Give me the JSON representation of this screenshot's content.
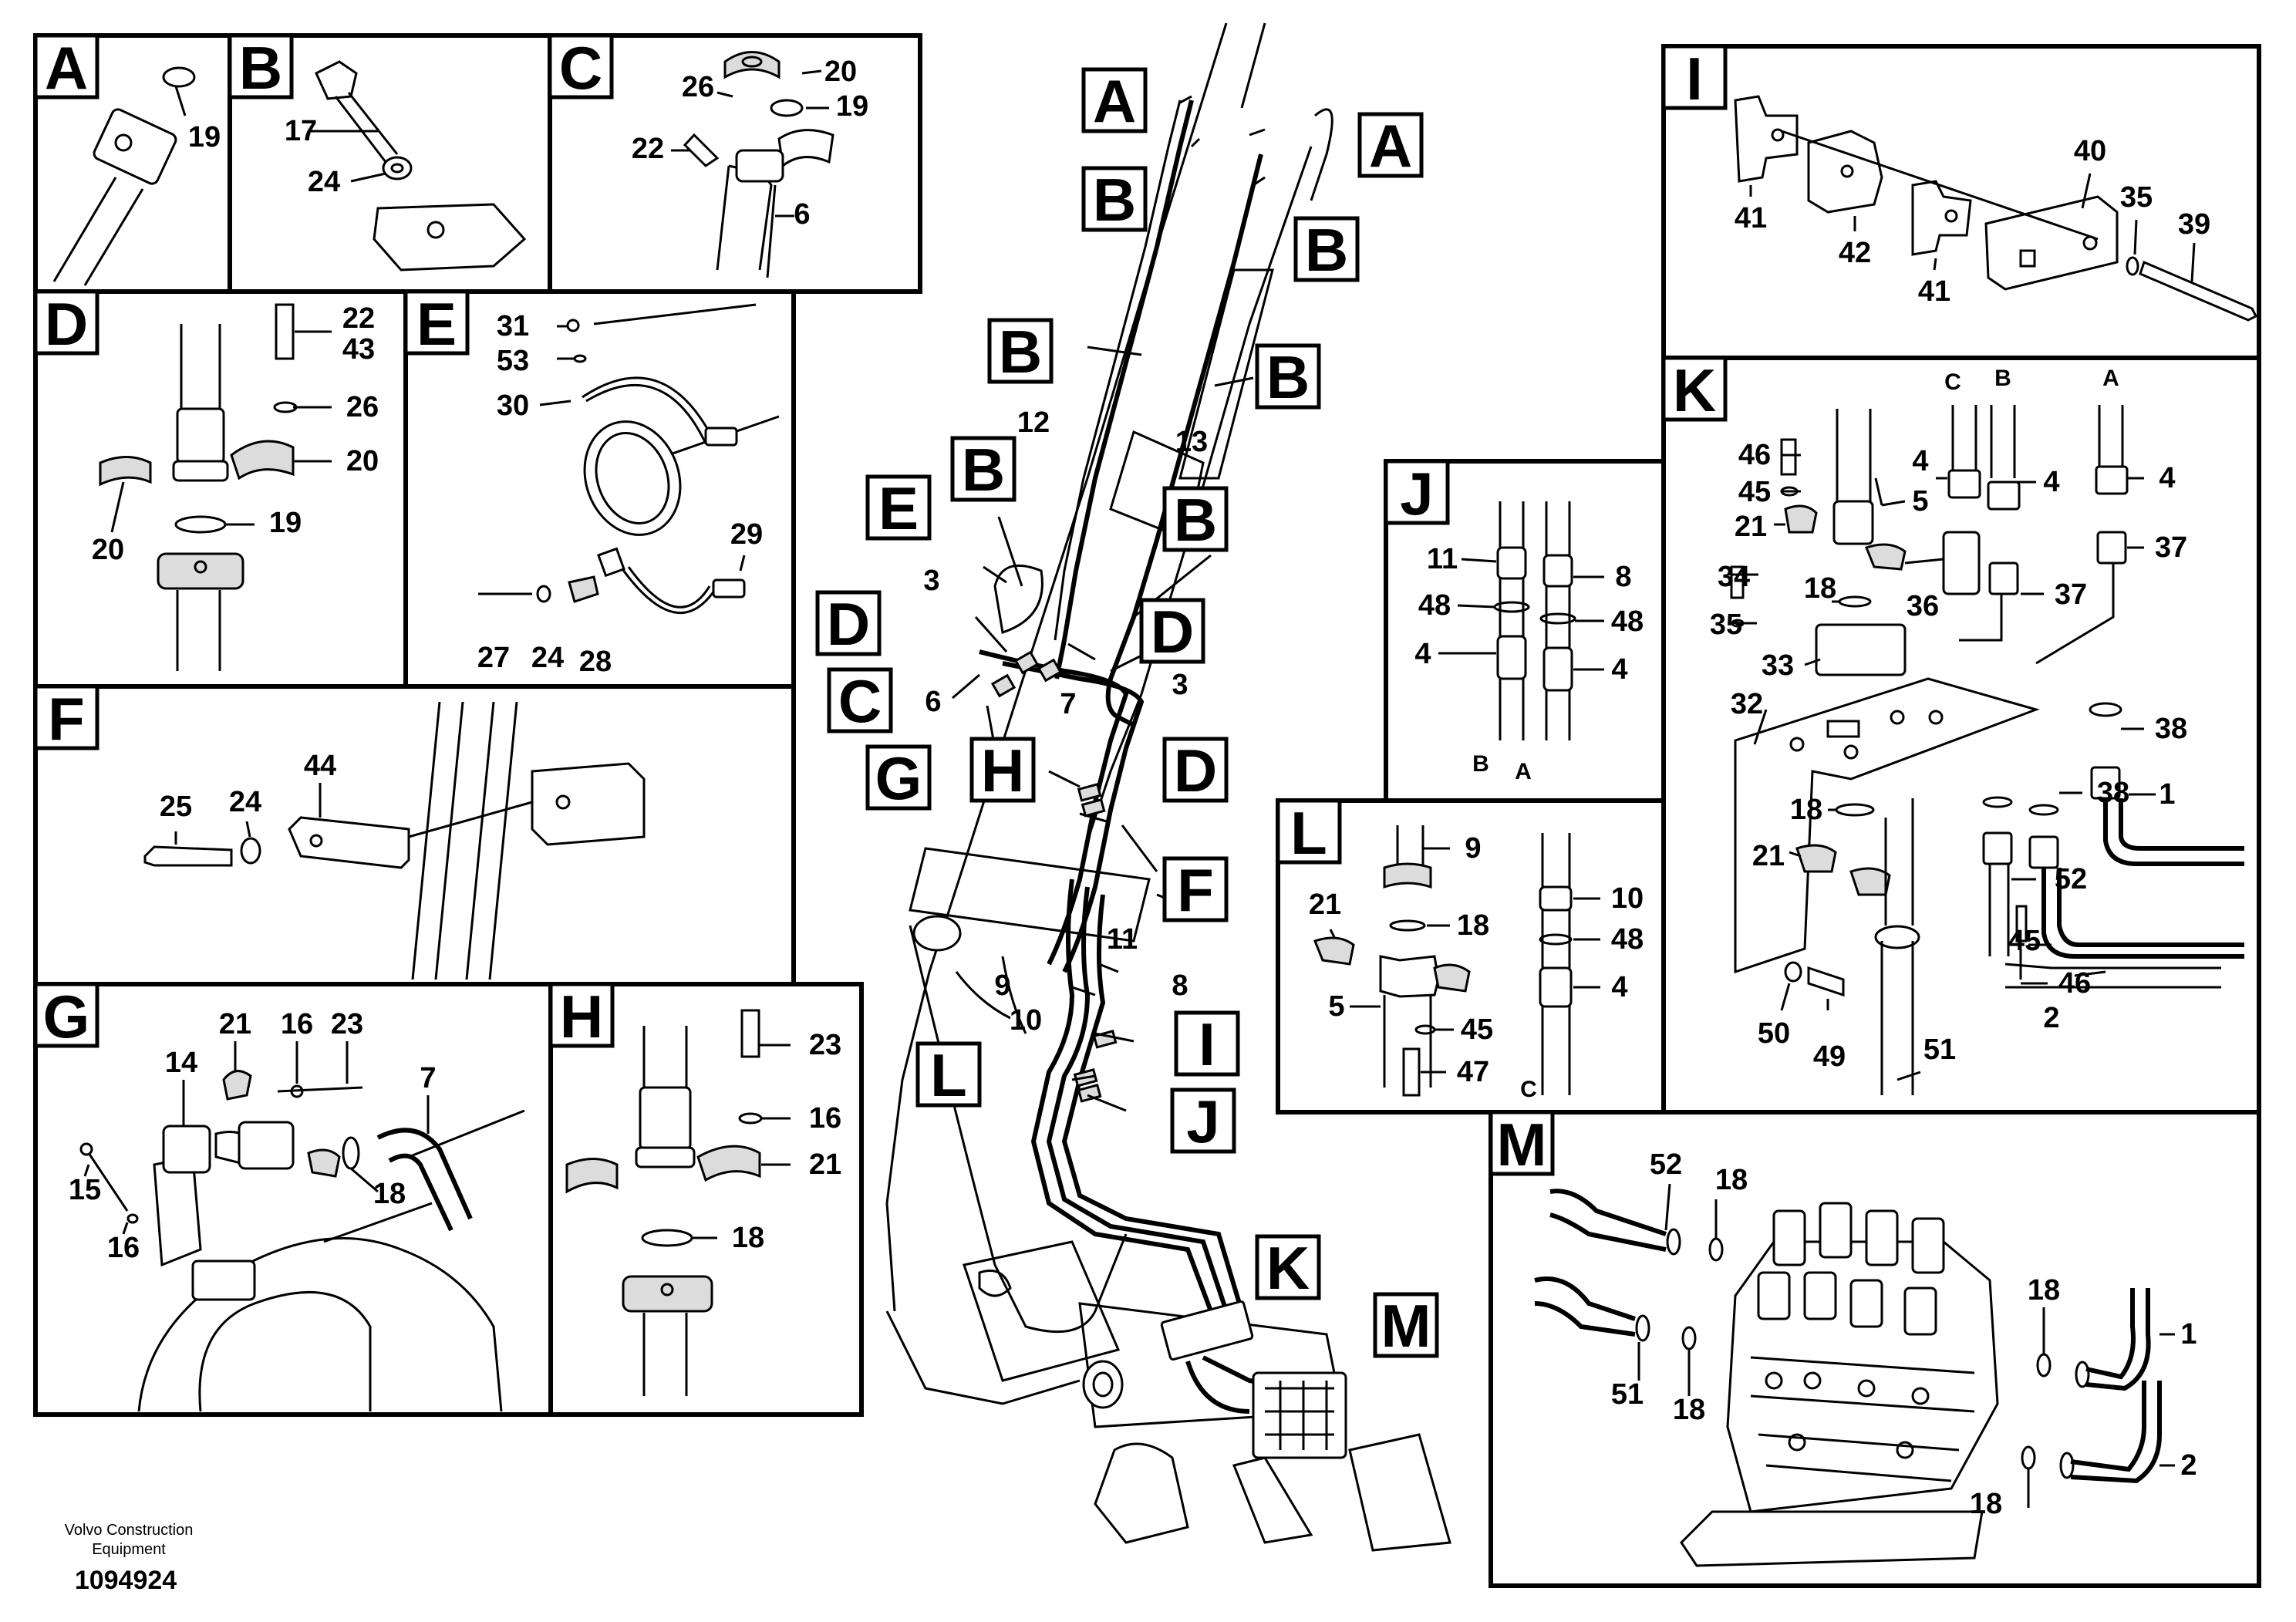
{
  "panels": {
    "A": {
      "letter": "A",
      "parts": [
        "19"
      ]
    },
    "B": {
      "letter": "B",
      "parts": [
        "17",
        "24"
      ]
    },
    "C": {
      "letter": "C",
      "parts": [
        "20",
        "26",
        "19",
        "22",
        "6"
      ]
    },
    "D": {
      "letter": "D",
      "parts": [
        "22",
        "43",
        "26",
        "20",
        "19",
        "20"
      ]
    },
    "E": {
      "letter": "E",
      "parts": [
        "31",
        "53",
        "30",
        "29",
        "27",
        "24",
        "28"
      ]
    },
    "F": {
      "letter": "F",
      "parts": [
        "25",
        "24",
        "44"
      ]
    },
    "G": {
      "letter": "G",
      "parts": [
        "21",
        "16",
        "23",
        "14",
        "7",
        "15",
        "16",
        "18"
      ]
    },
    "H": {
      "letter": "H",
      "parts": [
        "23",
        "16",
        "21",
        "18"
      ]
    },
    "I": {
      "letter": "I",
      "parts": [
        "40",
        "35",
        "39",
        "41",
        "42",
        "41"
      ]
    },
    "J": {
      "letter": "J",
      "parts": [
        "11",
        "8",
        "48",
        "48",
        "4",
        "4"
      ],
      "hose_labels": [
        "B",
        "A"
      ]
    },
    "K": {
      "letter": "K",
      "parts": [
        "46",
        "45",
        "21",
        "34",
        "35",
        "18",
        "33",
        "32",
        "18",
        "21",
        "50",
        "49",
        "51",
        "5",
        "4",
        "36",
        "4",
        "37",
        "4",
        "37",
        "38",
        "38",
        "1",
        "52",
        "45",
        "46",
        "2"
      ],
      "hose_labels": [
        "C",
        "B",
        "A"
      ]
    },
    "L": {
      "letter": "L",
      "parts": [
        "9",
        "21",
        "18",
        "5",
        "45",
        "47",
        "10",
        "48",
        "4"
      ],
      "hose_labels": [
        "C"
      ]
    },
    "M": {
      "letter": "M",
      "parts": [
        "52",
        "18",
        "18",
        "1",
        "51",
        "18",
        "2",
        "18"
      ]
    }
  },
  "main": {
    "callouts": [
      "A",
      "A",
      "B",
      "B",
      "B",
      "B",
      "B",
      "B",
      "E",
      "D",
      "C",
      "G",
      "D",
      "H",
      "D",
      "F",
      "I",
      "L",
      "J",
      "K",
      "M"
    ],
    "parts": [
      "12",
      "13",
      "3",
      "6",
      "7",
      "3",
      "11",
      "9",
      "8",
      "10"
    ]
  },
  "footer": {
    "company_line1": "Volvo Construction",
    "company_line2": "Equipment",
    "figure_id": "1094924"
  }
}
